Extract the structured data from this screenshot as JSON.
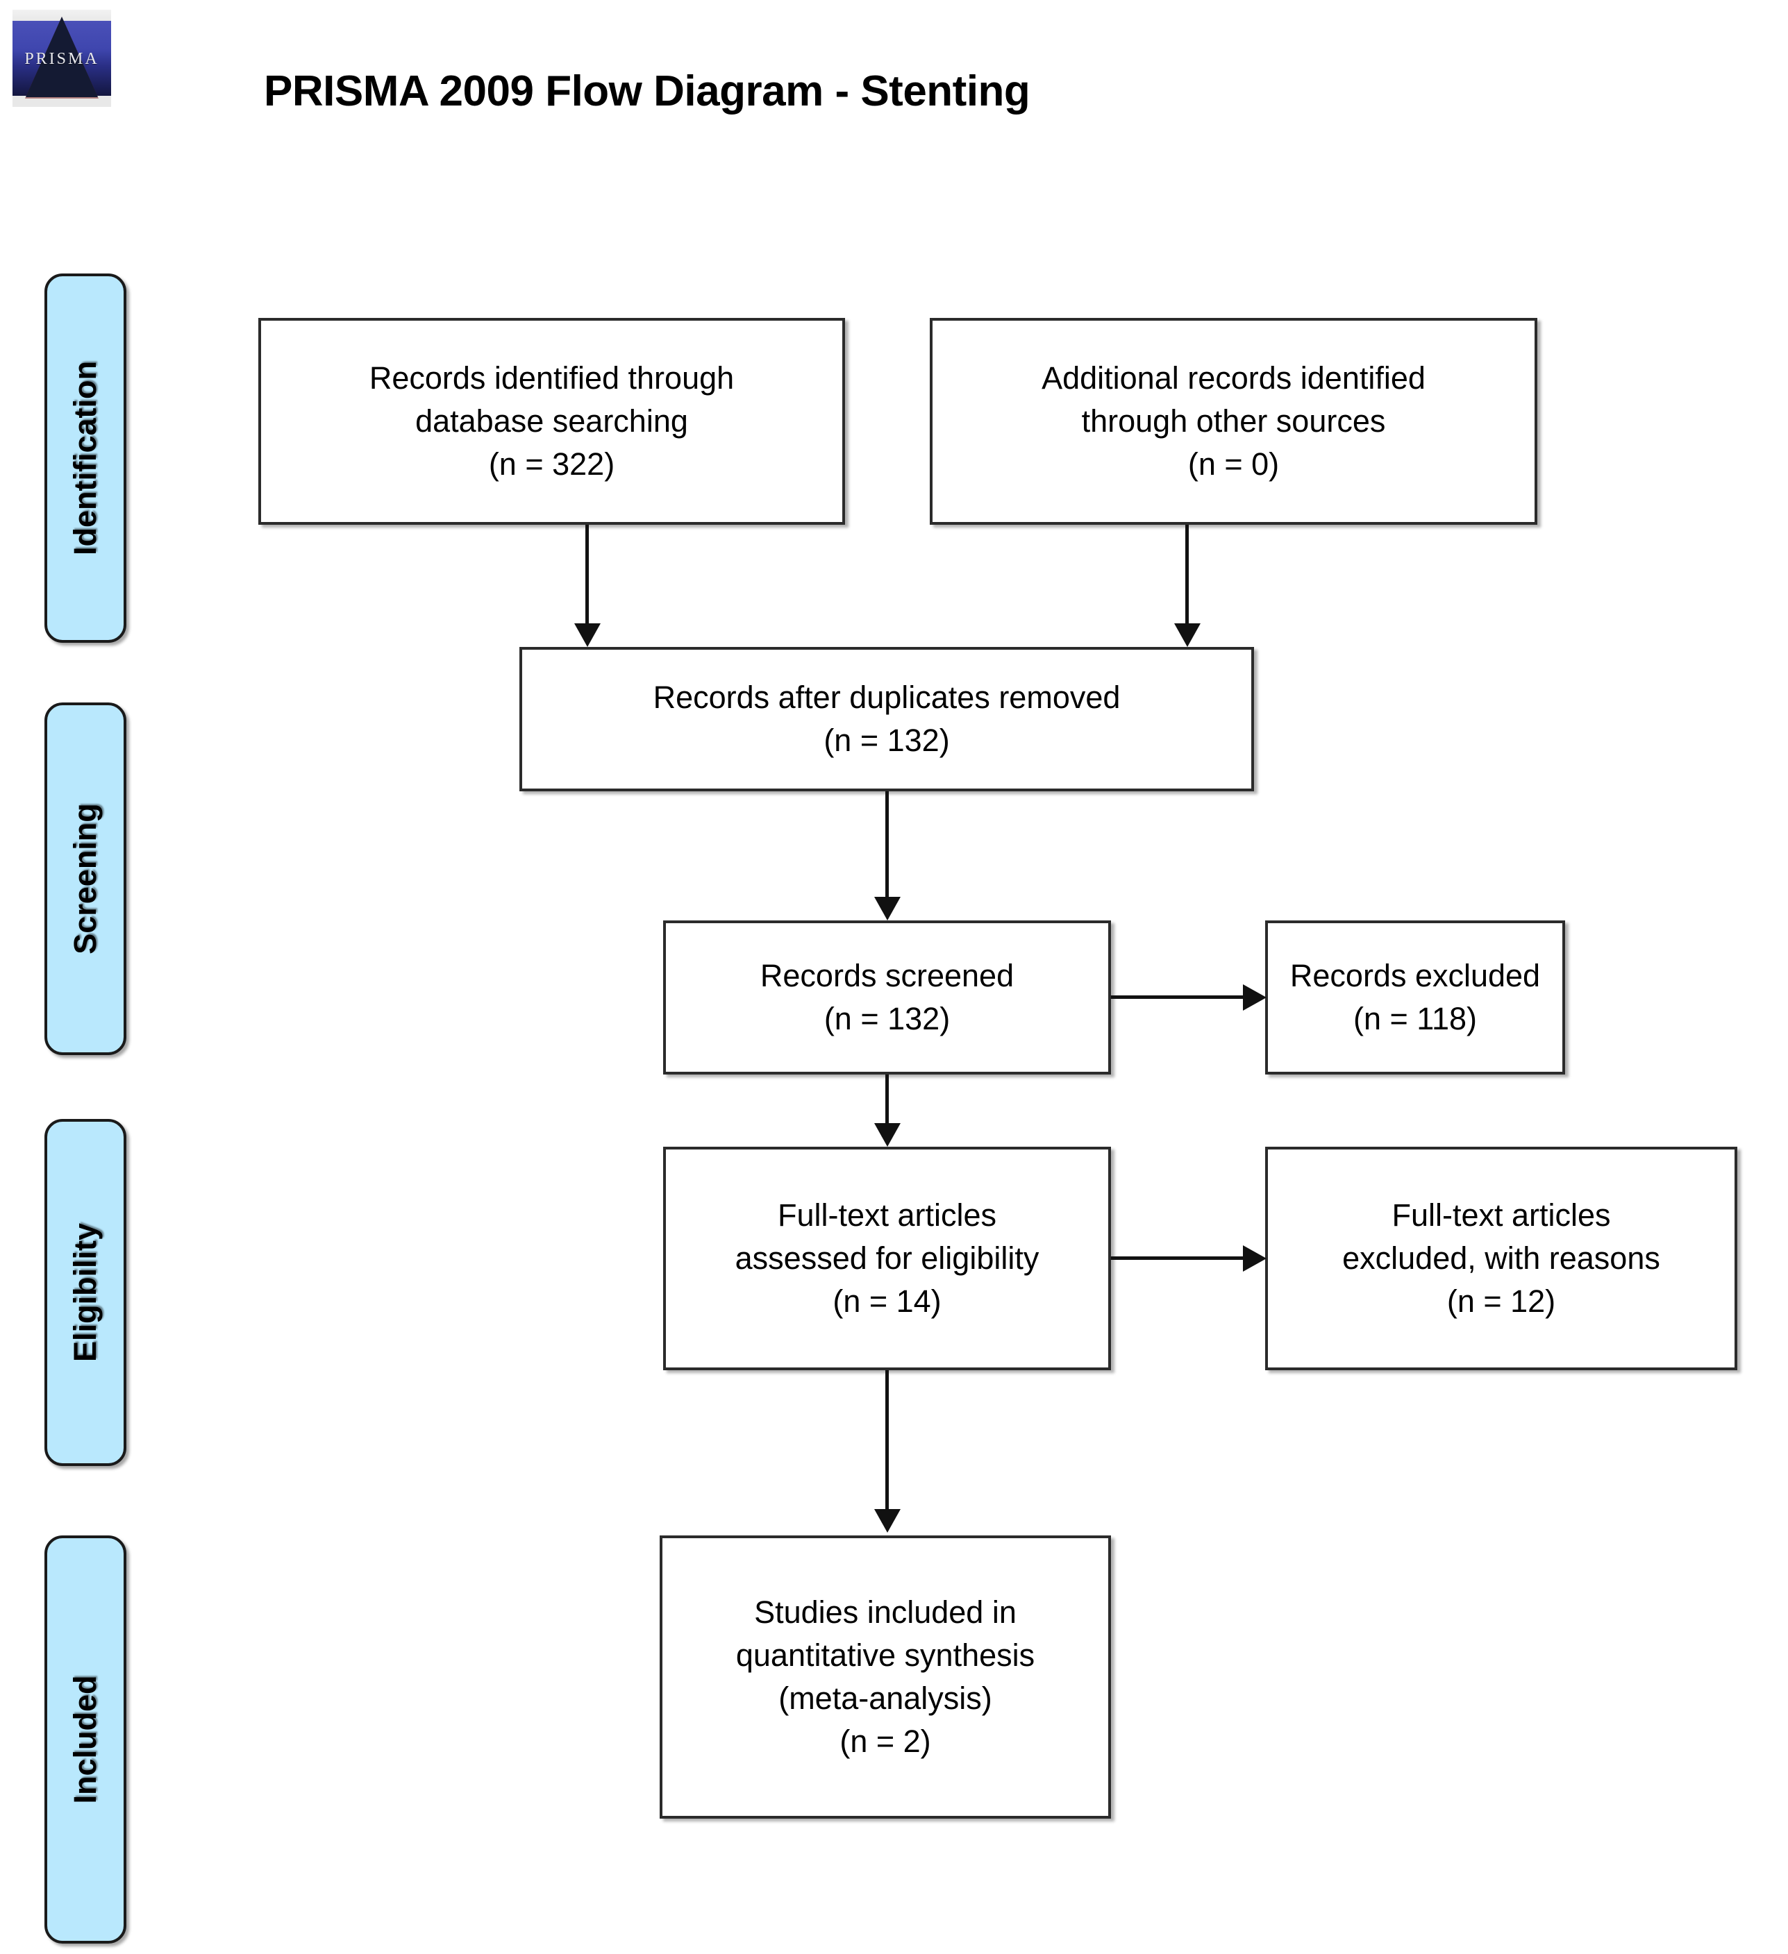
{
  "header": {
    "title": "PRISMA 2009 Flow Diagram - Stenting",
    "logo_wordmark": "PRISMA",
    "logo_name": "prisma-logo"
  },
  "stages": [
    {
      "label": "Identification"
    },
    {
      "label": "Screening"
    },
    {
      "label": "Eligibility"
    },
    {
      "label": "Included"
    }
  ],
  "nodes": {
    "db_search": {
      "lines": [
        "Records identified through",
        "database searching",
        "(n = 322)"
      ],
      "count_label": "(n = 322)",
      "count": 322
    },
    "other_sources": {
      "lines": [
        "Additional records identified",
        "through other sources",
        "(n = 0)"
      ],
      "count_label": "(n = 0)",
      "count": 0
    },
    "duplicates_removed": {
      "lines": [
        "Records after duplicates removed",
        "(n = 132)"
      ],
      "count_label": "(n = 132)",
      "count": 132
    },
    "records_screened": {
      "lines": [
        "Records screened",
        "(n = 132)"
      ],
      "count_label": "(n = 132)",
      "count": 132
    },
    "records_excluded": {
      "lines": [
        "Records excluded",
        "(n = 118)"
      ],
      "count_label": "(n = 118)",
      "count": 118
    },
    "fulltext_assessed": {
      "lines": [
        "Full-text articles",
        "assessed for eligibility",
        "(n = 14)"
      ],
      "count_label": "(n = 14)",
      "count": 14
    },
    "fulltext_excluded": {
      "lines": [
        "Full-text articles",
        "excluded, with reasons",
        "(n = 12)"
      ],
      "count_label": "(n = 12)",
      "count": 12
    },
    "studies_included": {
      "lines": [
        "Studies included in",
        "quantitative synthesis",
        "(meta-analysis)",
        "(n = 2)"
      ],
      "count_label": "(n = 2)",
      "count": 2
    }
  },
  "colors": {
    "stage_fill": "#b9e8fd",
    "stage_border": "#1a1a1a",
    "node_border": "#2b2b2b",
    "connector": "#111111",
    "logo_blue": "#3f46ae",
    "page_background": "#ffffff"
  }
}
